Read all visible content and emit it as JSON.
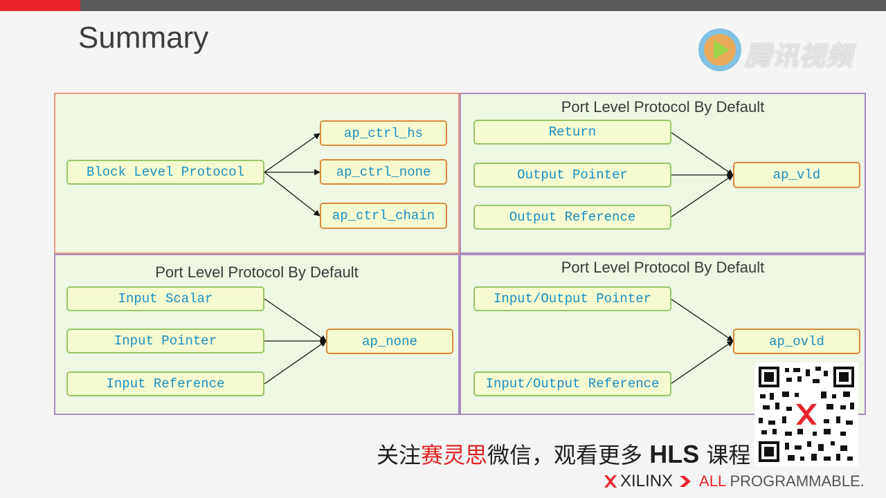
{
  "slide": {
    "title": "Summary",
    "watermark": {
      "text": "腾讯视频",
      "icon": "play-icon"
    },
    "promo": {
      "prefix": "关注",
      "highlight": "赛灵思",
      "middle": "微信，观看更多 ",
      "bold": "HLS",
      "suffix": " 课程"
    },
    "logo": {
      "name": "XILINX",
      "tag_prefix": "ALL",
      "tag_rest": " PROGRAMMABLE."
    }
  },
  "panels": {
    "block": {
      "source": "Block Level Protocol",
      "targets": [
        "ap_ctrl_hs",
        "ap_ctrl_none",
        "ap_ctrl_chain"
      ]
    },
    "output": {
      "heading": "Port Level Protocol By Default",
      "sources": [
        "Return",
        "Output Pointer",
        "Output Reference"
      ],
      "target": "ap_vld"
    },
    "input": {
      "heading": "Port Level Protocol By Default",
      "sources": [
        "Input Scalar",
        "Input Pointer",
        "Input Reference"
      ],
      "target": "ap_none"
    },
    "inout": {
      "heading": "Port Level Protocol By Default",
      "sources": [
        "Input/Output Pointer",
        "Input/Output Reference"
      ],
      "target": "ap_ovld"
    }
  },
  "colors": {
    "accent_red": "#e8242a",
    "node_text": "#1a8fc4",
    "node_fill": "#f5fad0",
    "green_border": "#98c667",
    "orange_border": "#d98a3a",
    "panel_fill": "#eef6e4"
  }
}
